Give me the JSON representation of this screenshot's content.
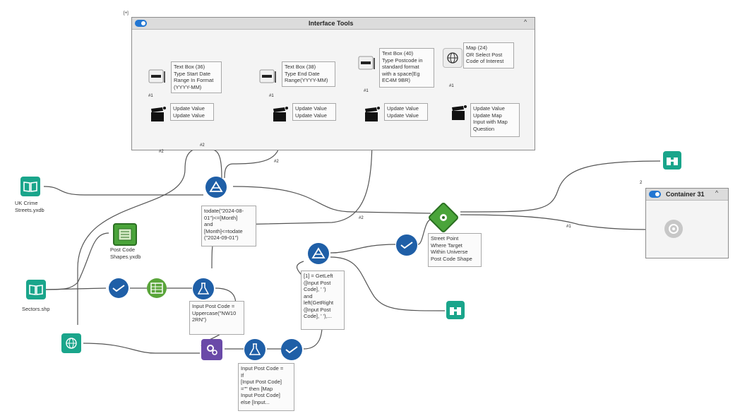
{
  "outer_container": {
    "tag": "[+]"
  },
  "interface_container": {
    "title": "Interface Tools",
    "chevron": "^"
  },
  "container31": {
    "tag": "2",
    "title": "Container 31",
    "chevron": "^"
  },
  "text_boxes": [
    {
      "label": "Text Box (36)\nType Start Date\nRange In Format\n(YYYY-MM)",
      "hash": "#1"
    },
    {
      "label": "Text Box (38)\nType End Date\nRange(YYYY-MM)",
      "hash": "#1"
    },
    {
      "label": "Text Box (40)\nType Postcode in\nstandard format\nwith a space(Eg\nEC4M 9BR)",
      "hash": "#1"
    },
    {
      "label": "Map (24)\nOR Select Post\nCode of Interest",
      "hash": "#1"
    }
  ],
  "actions": [
    {
      "label": "Update Value\nUpdate Value"
    },
    {
      "label": "Update Value\nUpdate Value"
    },
    {
      "label": "Update Value\nUpdate Value"
    },
    {
      "label": "Update Value\nUpdate Map\nInput with Map\nQuestion"
    }
  ],
  "wire_labels": [
    "#2",
    "#2",
    "#2",
    "#2",
    "#1"
  ],
  "inputs": {
    "uk_crime": "UK Crime\nStreets.yxdb",
    "post_code_shapes": "Post Code\nShapes.yxdb",
    "sectors": "Sectors.shp"
  },
  "filter_annotation": "todate(\"2024-08-\n01\")<=[Month]\nand\n[Month]<=todate\n(\"2024-09-01\")",
  "formula_annotation": "Input Post Code =\nUppercase(\"NW10\n2RN\")",
  "formula2_annotation": "Input Post Code =\nIf\n[Input Post Code]\n=\"\" then [Map\nInput Post Code]\nelse [Input...",
  "filter2_annotation": "[1] = GetLeft\n([Input Post\nCode], ' ')\nand\nleft(GetRight\n([Input Post\nCode], ' '),...",
  "spatial_annotation": "Street Point\nWhere Target\nWithin Universe\nPost Code Shape",
  "colors": {
    "teal": "#1aa58b",
    "blue": "#1f5fa7",
    "green": "#5aa53a",
    "purple": "#6a4aa8",
    "grey": "#c7c7c7",
    "wire": "#555555"
  },
  "icons": [
    "book-icon",
    "filter-icon",
    "binoculars-icon",
    "check-icon",
    "flask-icon",
    "globe-icon",
    "gear-icon",
    "grid-icon",
    "clapper-icon",
    "textbox-icon"
  ]
}
